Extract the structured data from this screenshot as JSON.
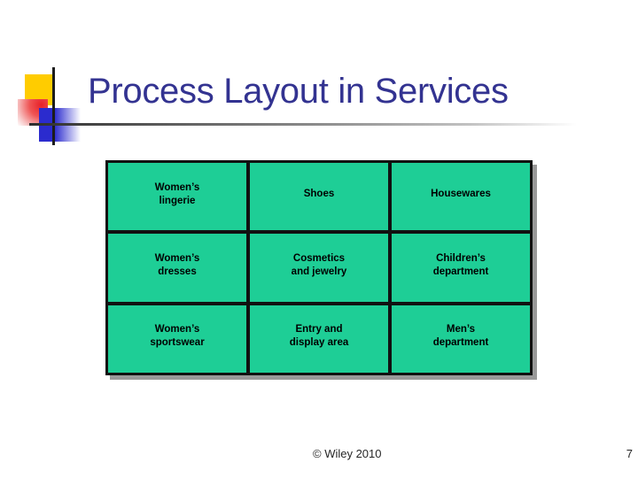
{
  "slide": {
    "title": "Process Layout in Services",
    "table": {
      "rows": [
        [
          "Women’s\nlingerie",
          "Shoes",
          "Housewares"
        ],
        [
          "Women’s\ndresses",
          "Cosmetics\nand jewelry",
          "Children’s\ndepartment"
        ],
        [
          "Women’s\nsportswear",
          "Entry and\ndisplay area",
          "Men’s\ndepartment"
        ]
      ]
    },
    "footer": {
      "copyright": "© Wiley 2010",
      "page_number": "7"
    }
  },
  "icons": {
    "corner_decoration": "crosshair-squares-decoration"
  },
  "colors": {
    "title-color": "#333391",
    "cell-green": "#1ECE96",
    "grid-line": "#111111",
    "table-shadow": "#999999",
    "deco-yellow": "#FFCC00",
    "deco-red": "#E82028",
    "deco-blue": "#2B2BCE",
    "footer-color": "#262626"
  }
}
